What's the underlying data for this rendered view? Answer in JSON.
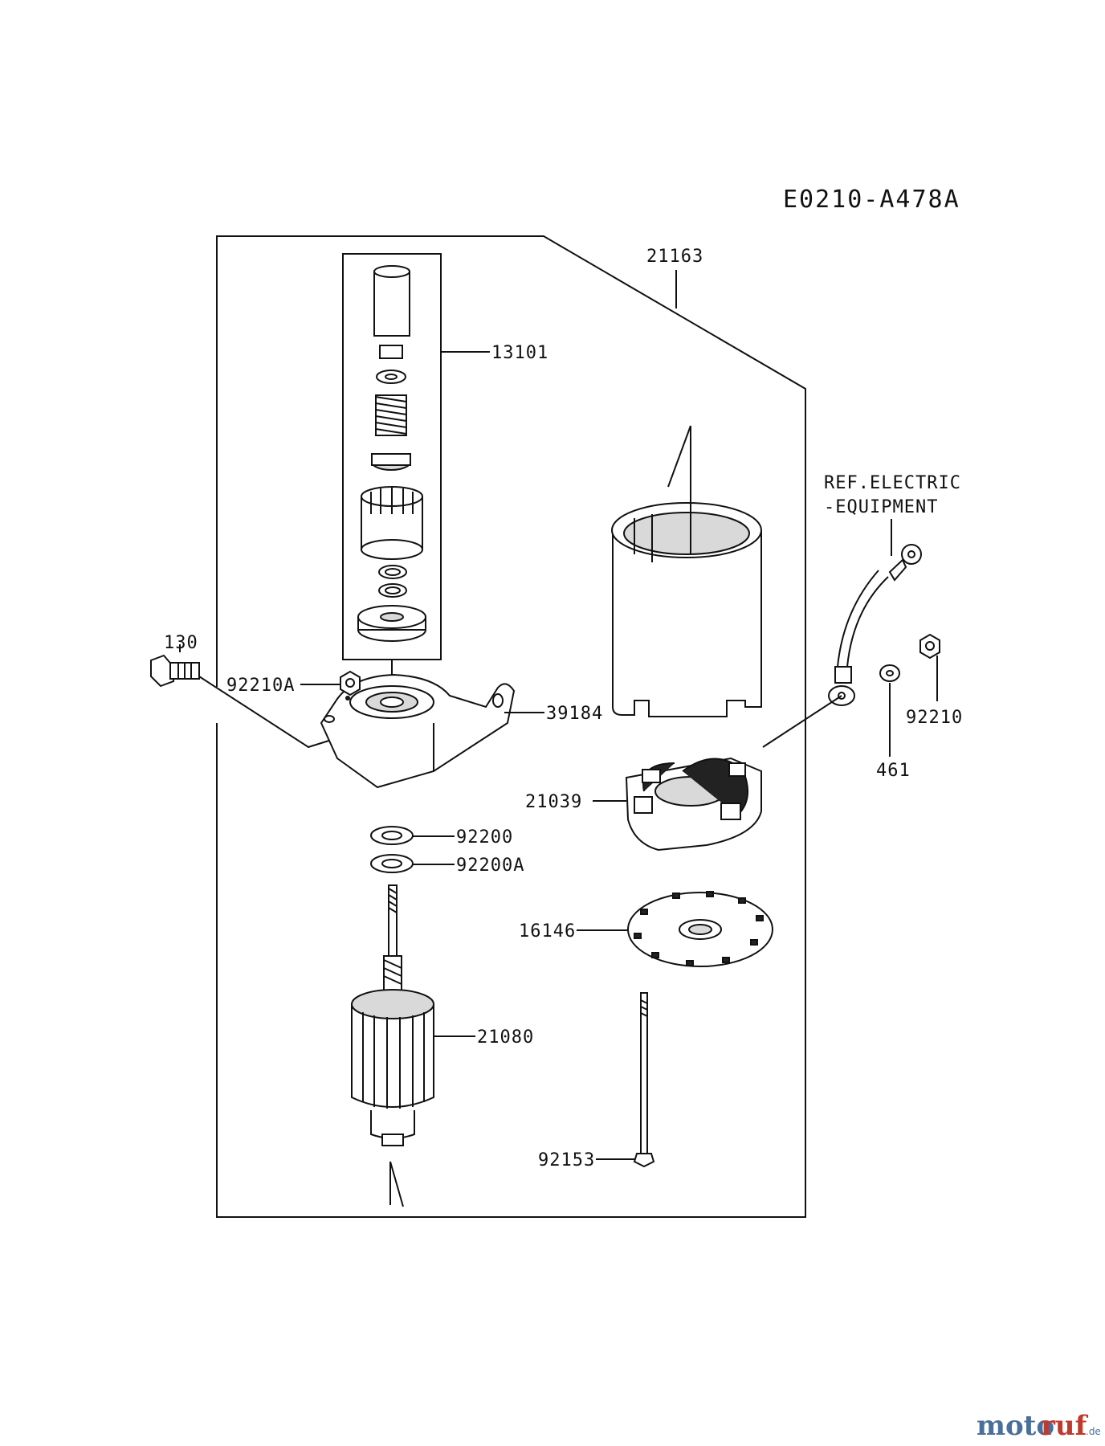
{
  "diagram_code": "E0210-A478A",
  "labels": {
    "p21163": "21163",
    "p13101": "13101",
    "ref_line1": "REF.ELECTRIC",
    "ref_line2": "-EQUIPMENT",
    "p130": "130",
    "p92210A": "92210A",
    "p39184": "39184",
    "p92210": "92210",
    "p461": "461",
    "p21039": "21039",
    "p92200": "92200",
    "p92200A": "92200A",
    "p16146": "16146",
    "p21080": "21080",
    "p92153": "92153"
  },
  "watermark": {
    "part1": "moto",
    "part2": "ruf",
    "suffix": ".de"
  }
}
